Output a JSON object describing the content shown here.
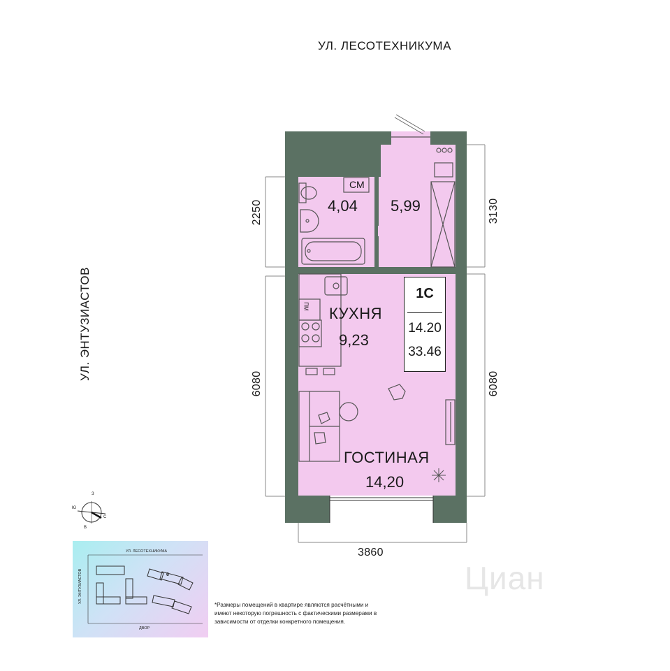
{
  "streets": {
    "top": "УЛ. ЛЕСОТЕХНИКУМА",
    "left": "УЛ. ЭНТУЗИАСТОВ"
  },
  "dimensions": {
    "left_top": "2250",
    "left_bottom": "6080",
    "right_top": "3130",
    "right_bottom": "6080",
    "bottom": "3860"
  },
  "rooms": {
    "bathroom": {
      "tag": "СМ",
      "area": "4,04"
    },
    "hallway": {
      "area": "5,99"
    },
    "kitchen": {
      "name": "КУХНЯ",
      "area": "9,23"
    },
    "living": {
      "name": "ГОСТИНАЯ",
      "area": "14,20"
    }
  },
  "appliance_labels": {
    "dishwasher": "ПМ"
  },
  "info": {
    "type": "1С",
    "living_area": "14.20",
    "total_area": "33.46"
  },
  "compass": {
    "n": "З",
    "w": "Ю",
    "e": "С",
    "s": "В"
  },
  "minimap": {
    "top": "УЛ. ЛЕСОТЕХНИКУМА",
    "left": "УЛ. ЭНТУЗИАСТОВ",
    "bottom": "ДВОР",
    "building": "6"
  },
  "note": "*Размеры помещений в квартире являются расчётными и имеют некоторую погрешность с фактическими размерами в зависимости от отделки конкретного помещения.",
  "watermark": "Циан",
  "colors": {
    "wall": "#5b7163",
    "floor": "#f3c9ee",
    "line": "#333333"
  }
}
